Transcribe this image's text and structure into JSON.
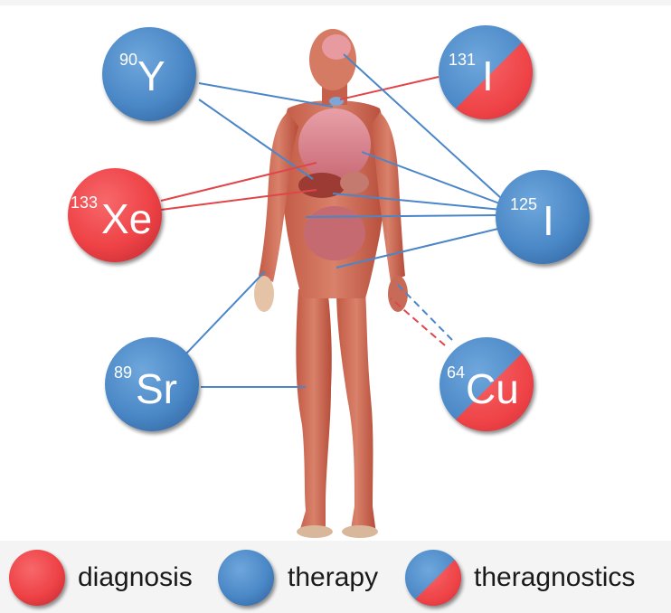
{
  "colors": {
    "diagnosis": "#f0474b",
    "therapy": "#4f8dc9",
    "connector_blue": "#4a86c8",
    "connector_red": "#e0454a"
  },
  "isotopes": {
    "y90": {
      "mass": "90",
      "symbol": "Y",
      "role": "therapy"
    },
    "i131": {
      "mass": "131",
      "symbol": "I",
      "role": "theragnostics"
    },
    "xe133": {
      "mass": "133",
      "symbol": "Xe",
      "role": "diagnosis"
    },
    "i125": {
      "mass": "125",
      "symbol": "I",
      "role": "therapy"
    },
    "sr89": {
      "mass": "89",
      "symbol": "Sr",
      "role": "therapy"
    },
    "cu64": {
      "mass": "64",
      "symbol": "Cu",
      "role": "theragnostics"
    }
  },
  "legend": {
    "diagnosis": "diagnosis",
    "therapy": "therapy",
    "theragnostics": "theragnostics"
  }
}
